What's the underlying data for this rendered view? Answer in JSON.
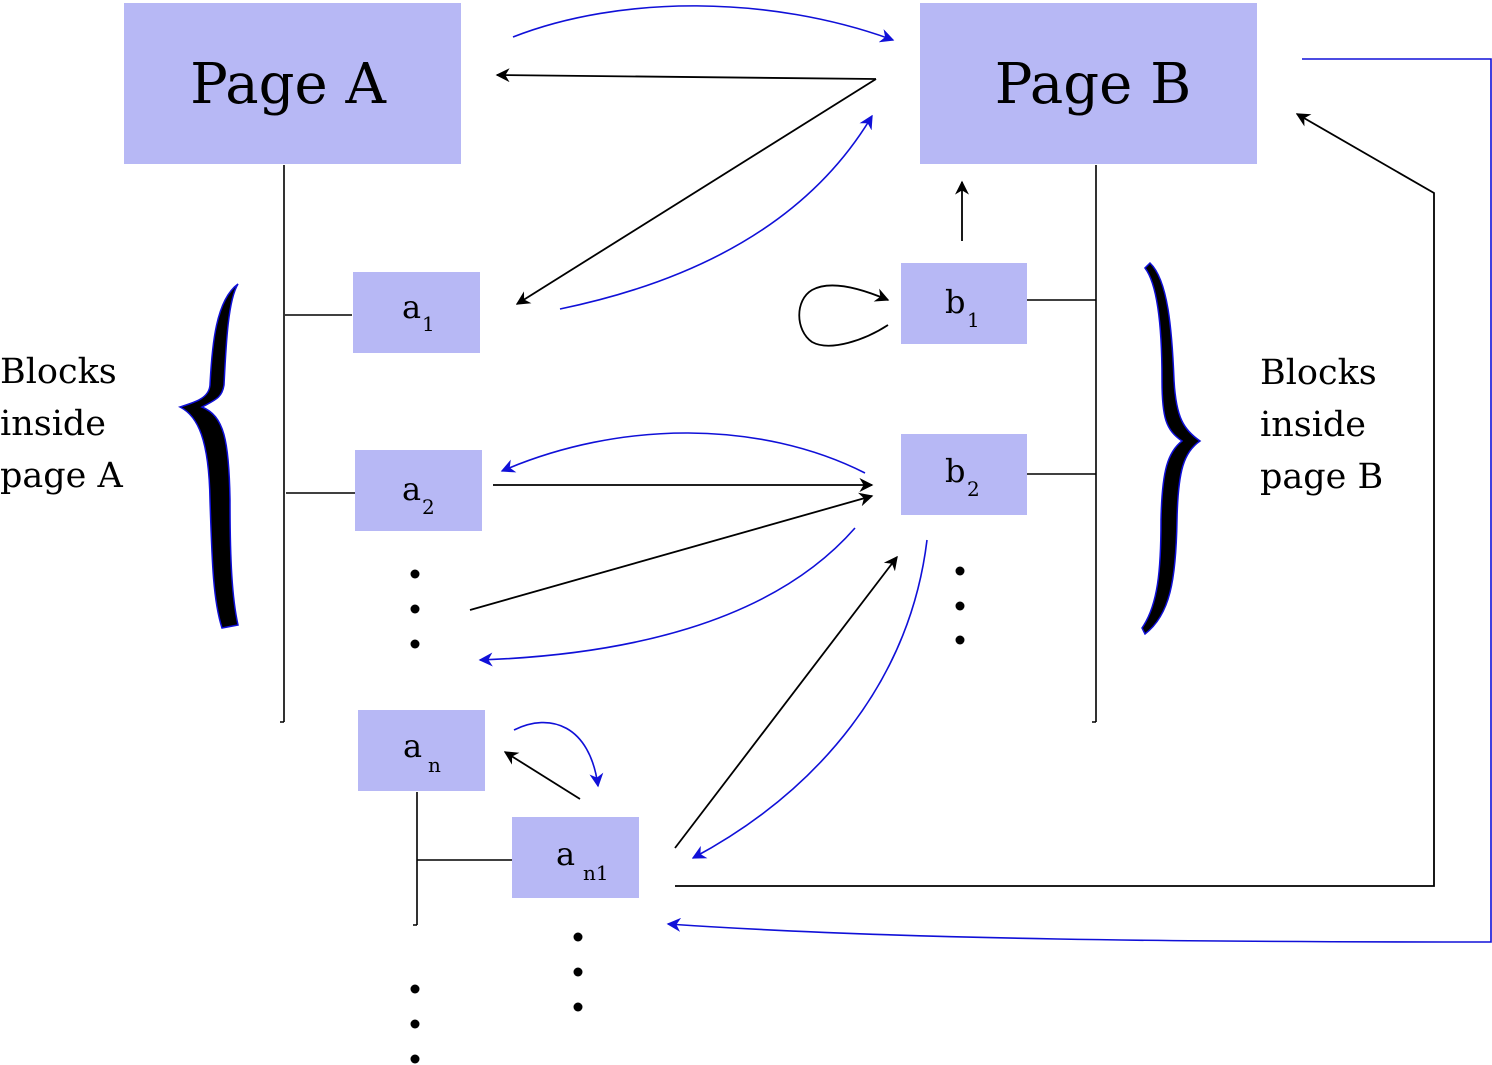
{
  "nodes": {
    "page_a": "Page A",
    "page_b": "Page B",
    "a1": {
      "base": "a",
      "sub": "1"
    },
    "a2": {
      "base": "a",
      "sub": "2"
    },
    "an": {
      "base": "a",
      "sub": "n"
    },
    "an1": {
      "base": "a",
      "sub": "n1"
    },
    "b1": {
      "base": "b",
      "sub": "1"
    },
    "b2": {
      "base": "b",
      "sub": "2"
    }
  },
  "labels": {
    "left": [
      "Blocks",
      "inside",
      "page A"
    ],
    "right": [
      "Blocks",
      "inside",
      "page B"
    ]
  },
  "colors": {
    "box_fill": "#b7b8f5",
    "black_arrow": "#000000",
    "blue_arrow": "#1010d8"
  }
}
